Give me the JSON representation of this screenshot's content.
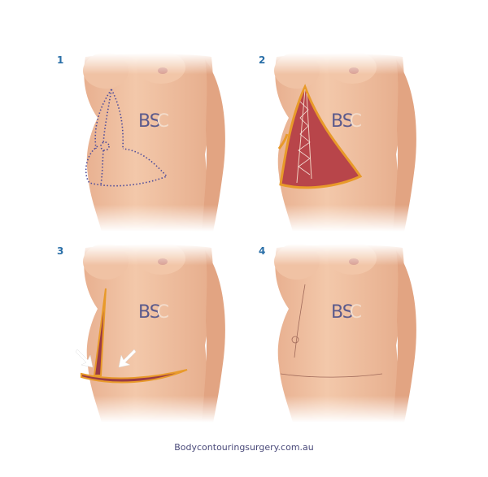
{
  "panels": [
    {
      "label": "1",
      "watermark": "BS",
      "watermark_c": "C"
    },
    {
      "label": "2",
      "watermark": "BS",
      "watermark_c": "C"
    },
    {
      "label": "3",
      "watermark": "BS",
      "watermark_c": "C"
    },
    {
      "label": "4",
      "watermark": "BS",
      "watermark_c": "C"
    }
  ],
  "footer": {
    "text": "Bodycontouringsurgery.com.au"
  },
  "colors": {
    "skin": "#efbfa0",
    "dotted_line": "#4b4a9a",
    "muscle": "#b8454a",
    "incision_edge": "#e89a2a",
    "label": "#2a6fa8"
  }
}
